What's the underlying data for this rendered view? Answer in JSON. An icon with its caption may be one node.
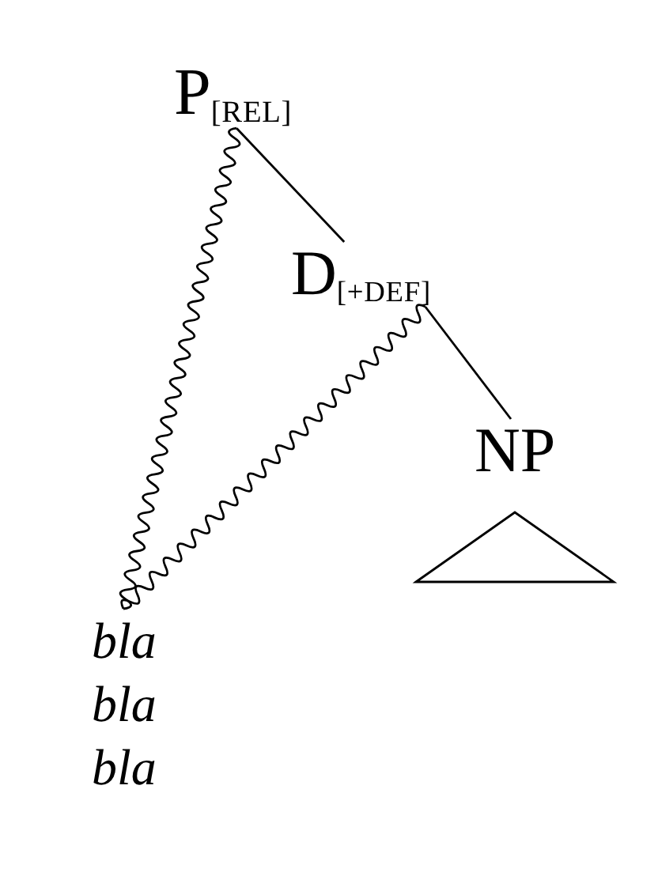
{
  "diagram": {
    "nodes": [
      {
        "text": [
          "P$_{[REL]}$"
        ]
      },
      {
        "text": [
          "D$_{[+DEF]}$"
        ]
      },
      {
        "text": [
          "NP"
        ]
      },
      {
        "text": [],
        "shape": "triangle"
      },
      {
        "text": [
          "bla bla bla"
        ]
      }
    ],
    "edges": [
      {
        "from": 0,
        "to": 1,
        "arrow": "none"
      },
      {
        "from": 0,
        "to": 4,
        "arrow": "none"
      },
      {
        "from": 1,
        "to": 2,
        "arrow": "none"
      },
      {
        "from": 1,
        "to": 4,
        "arrow": "none"
      }
    ]
  }
}
